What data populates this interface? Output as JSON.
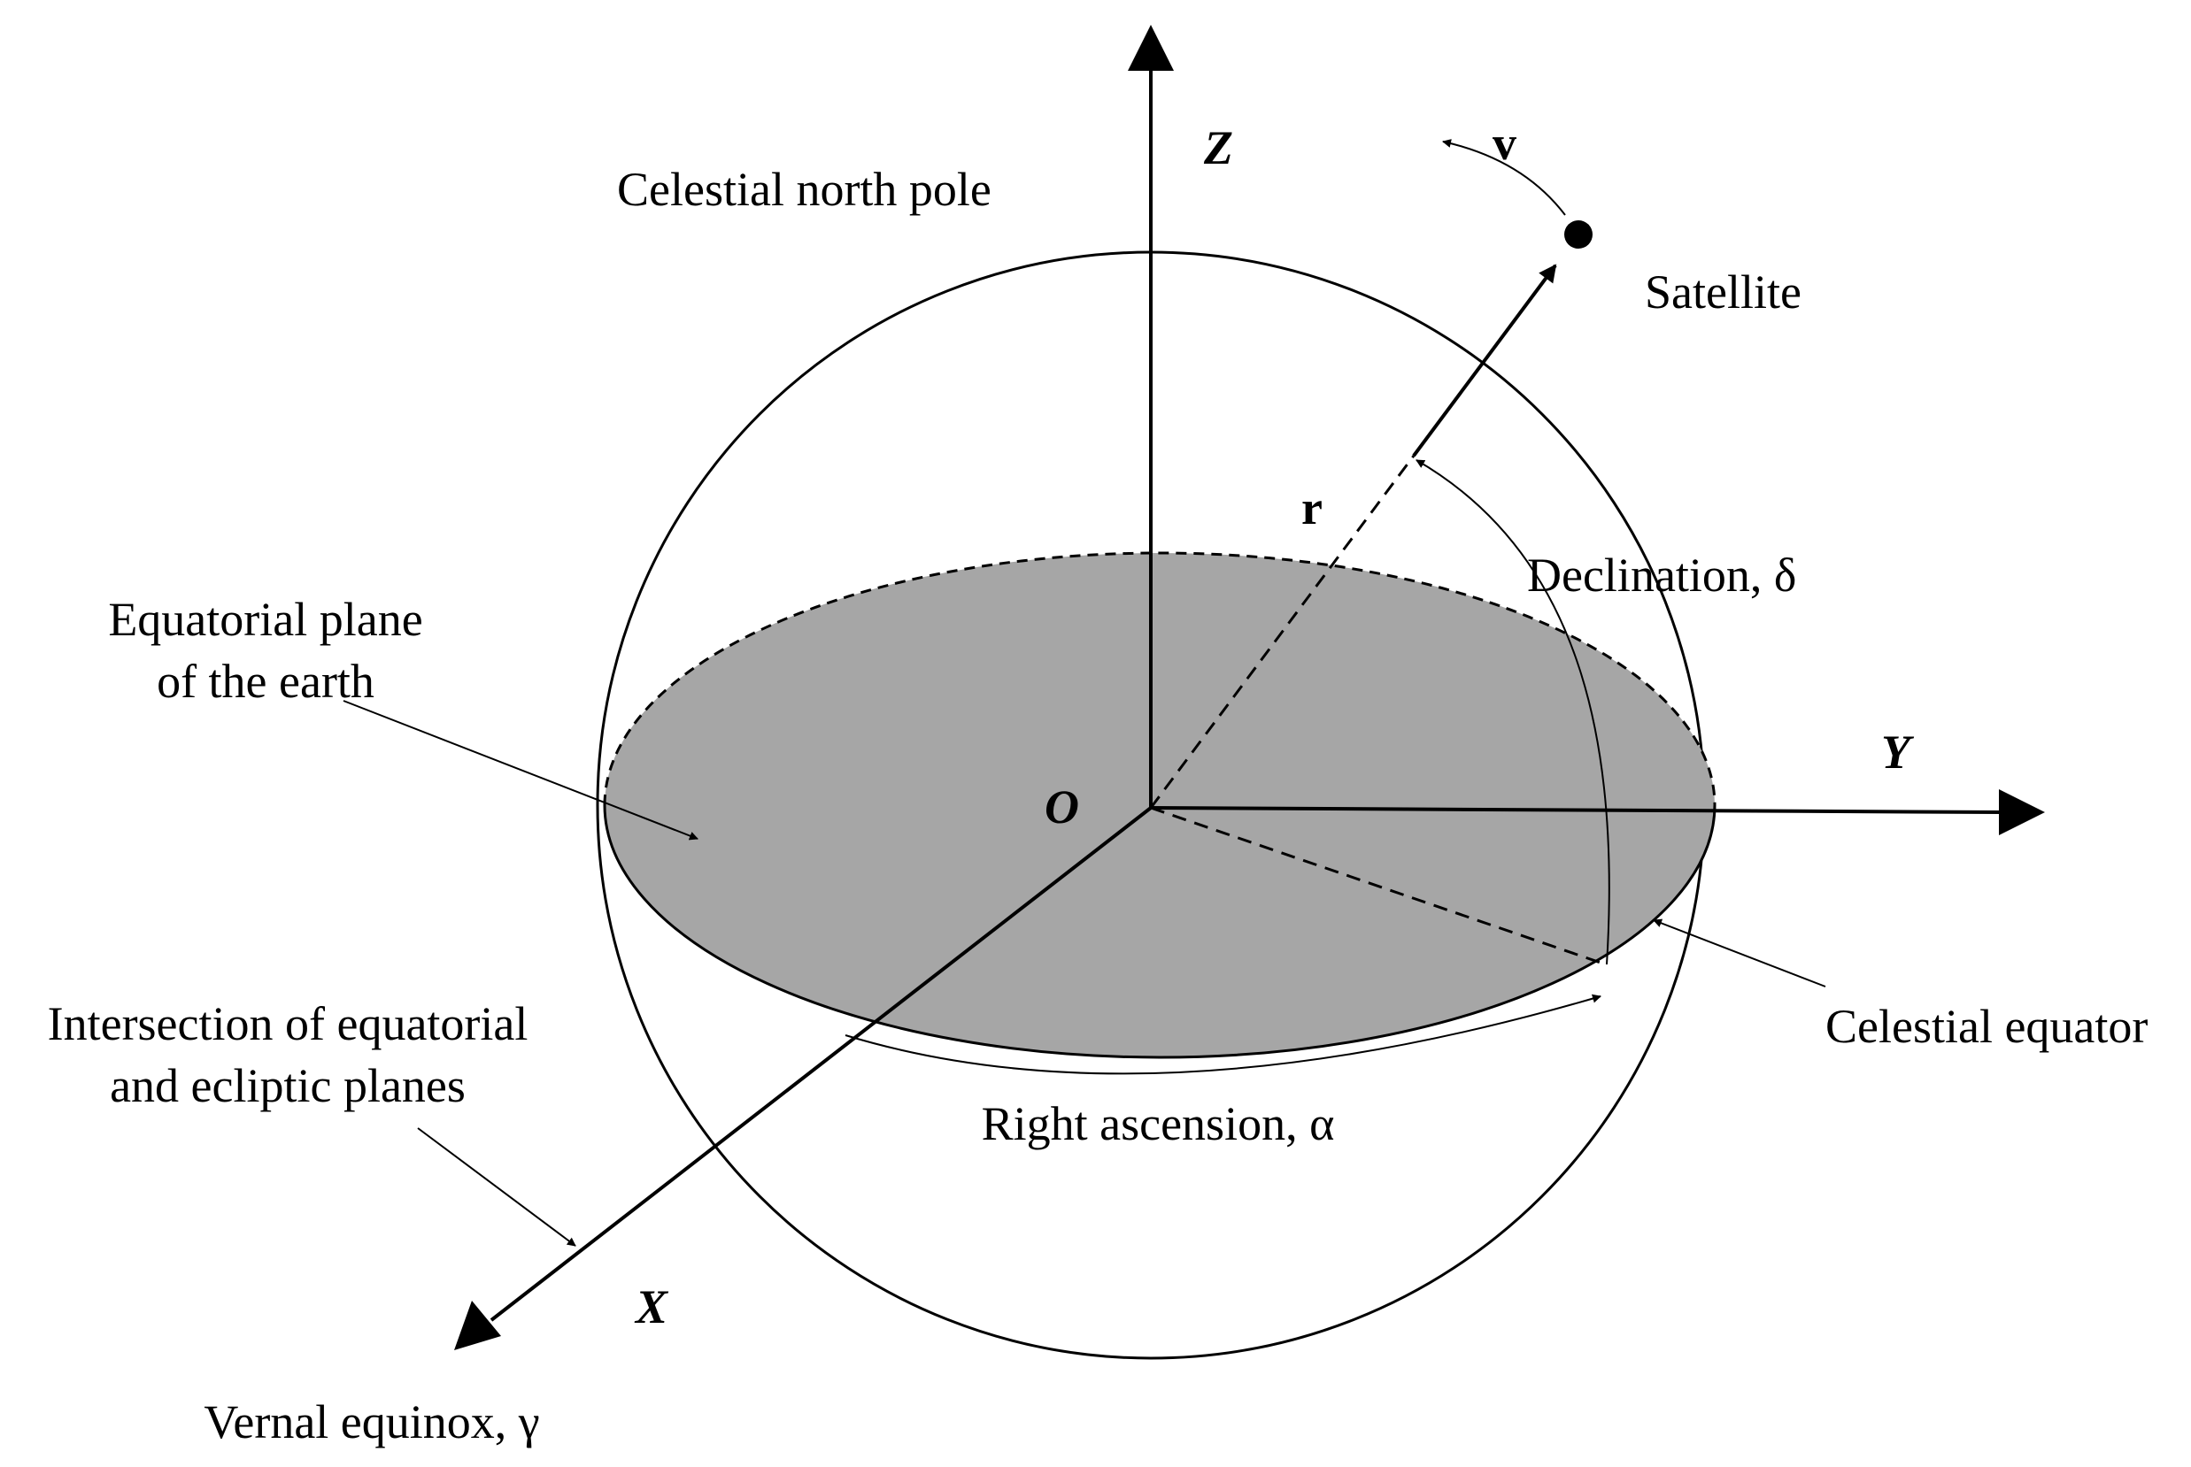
{
  "labels": {
    "celestial_north_pole": "Celestial north pole",
    "axis_z": "Z",
    "axis_y": "Y",
    "axis_x": "X",
    "origin": "O",
    "velocity": "v",
    "satellite": "Satellite",
    "radius_vector": "r",
    "declination": "Declination, δ",
    "equatorial_plane_line1": "Equatorial plane",
    "equatorial_plane_line2": "of the earth",
    "celestial_equator": "Celestial equator",
    "intersection_line1": "Intersection of equatorial",
    "intersection_line2": "and ecliptic planes",
    "right_ascension": "Right ascension, α",
    "vernal_equinox": "Vernal equinox, γ"
  },
  "colors": {
    "equatorial_plane_fill": "#a6a6a6",
    "line": "#000000",
    "background": "#ffffff"
  }
}
